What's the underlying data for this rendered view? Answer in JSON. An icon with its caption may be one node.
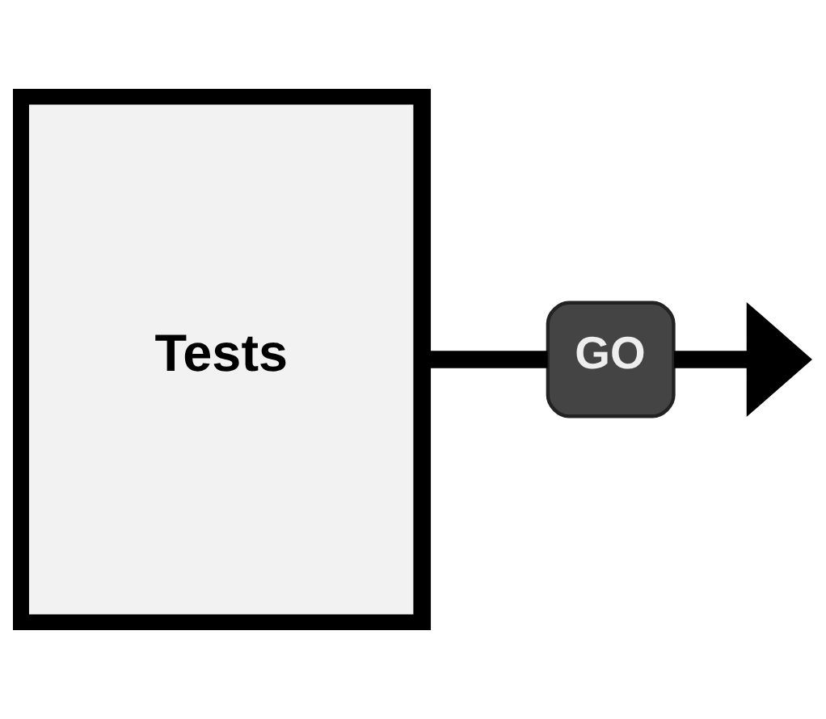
{
  "diagram": {
    "nodes": [
      {
        "text": [
          "Tests"
        ]
      },
      {
        "text": [
          "GO"
        ]
      }
    ],
    "edges": [
      {
        "from": 0,
        "to": 1,
        "arrow": "none"
      },
      {
        "from": 1,
        "to": null,
        "arrow": "to"
      }
    ]
  }
}
